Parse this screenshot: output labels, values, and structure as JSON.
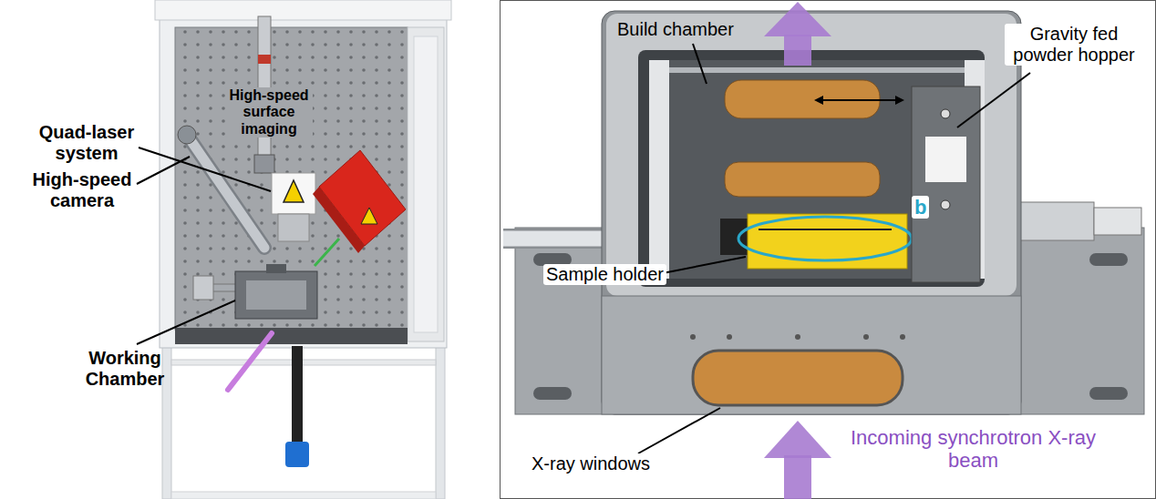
{
  "diagram": {
    "labels": [
      "Quad-laser system",
      "High-speed surface imaging",
      "High-speed camera",
      "Working Chamber",
      "Build chamber",
      "Gravity fed powder hopper",
      "Sample holder",
      "b",
      "X-ray windows",
      "Incoming synchrotron X-ray beam"
    ]
  }
}
